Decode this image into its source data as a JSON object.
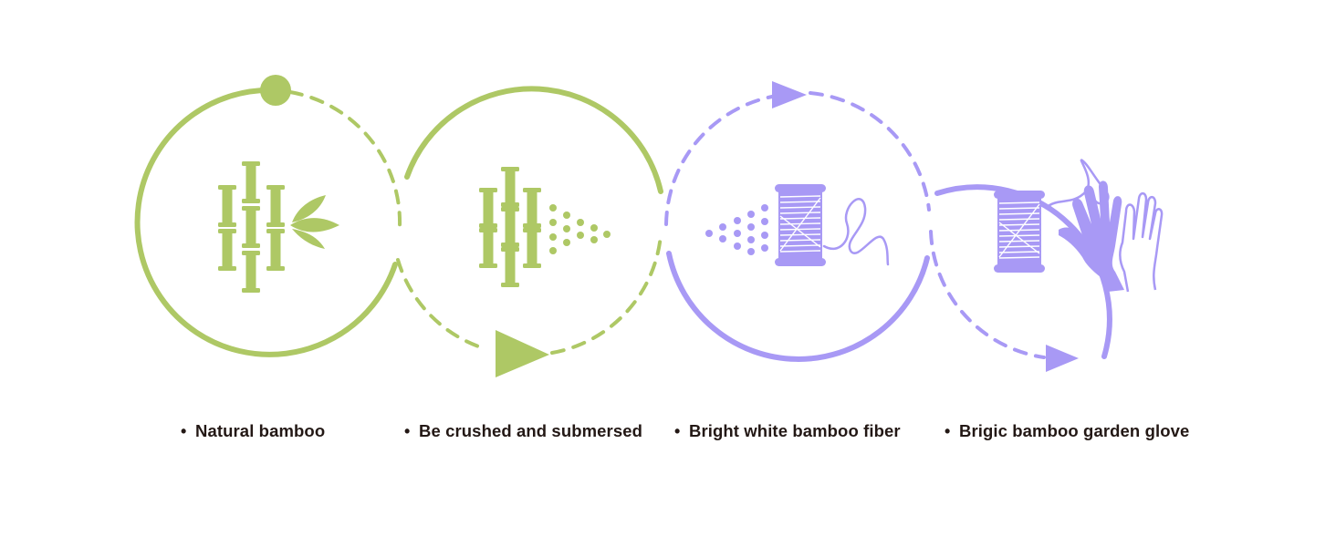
{
  "colors": {
    "green": "#aec865",
    "purple": "#a899f5",
    "label_text": "#231815",
    "background": "#ffffff"
  },
  "steps": [
    {
      "label": "Natural bamboo",
      "bullet": "•",
      "icon": "bamboo-with-leaves-icon",
      "color": "green"
    },
    {
      "label": "Be crushed and submersed",
      "bullet": "•",
      "icon": "bamboo-crushed-particles-icon",
      "color": "green"
    },
    {
      "label": "Bright white bamboo fiber",
      "bullet": "•",
      "icon": "thread-spool-icon",
      "color": "purple"
    },
    {
      "label": "Brigic bamboo garden glove",
      "bullet": "•",
      "icon": "spool-and-glove-icon",
      "color": "purple"
    }
  ]
}
